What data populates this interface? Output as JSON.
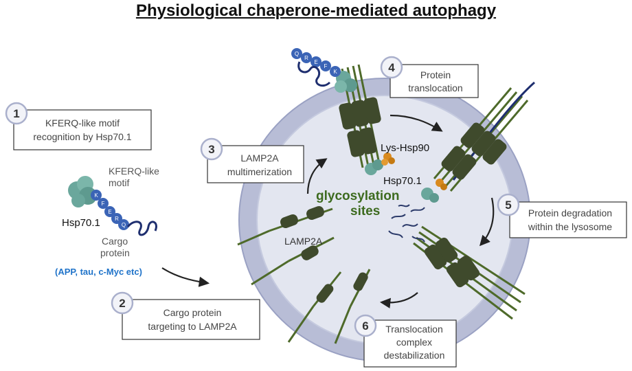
{
  "title": "Physiological chaperone-mediated autophagy",
  "steps": [
    {
      "num": "1",
      "line1": "KFERQ-like motif",
      "line2": "recognition by Hsp70.1"
    },
    {
      "num": "2",
      "line1": "Cargo protein",
      "line2": "targeting to LAMP2A"
    },
    {
      "num": "3",
      "line1": "LAMP2A",
      "line2": "multimerization"
    },
    {
      "num": "4",
      "line1": "Protein",
      "line2": "translocation"
    },
    {
      "num": "5",
      "line1": "Protein degradation",
      "line2": "within the lysosome"
    },
    {
      "num": "6",
      "line1": "Translocation",
      "line2": "complex",
      "line3": "destabilization"
    }
  ],
  "labels": {
    "kferq_line1": "KFERQ-like",
    "kferq_line2": "motif",
    "hsp70_left": "Hsp70.1",
    "cargo_line1": "Cargo",
    "cargo_line2": "protein",
    "cargo_examples": "(APP, tau, c-Myc etc)",
    "lys_hsp90": "Lys-Hsp90",
    "hsp70_inside": "Hsp70.1",
    "glyco_line1": "glycosylation",
    "glyco_line2": "sites",
    "lamp2a": "LAMP2A"
  },
  "motif_letters": [
    "K",
    "F",
    "E",
    "R",
    "Q"
  ],
  "motif_letters_top": [
    "Q",
    "R",
    "E",
    "F",
    "K"
  ],
  "colors": {
    "lysosome_membrane": "#b8bdd6",
    "lysosome_lumen": "#e3e6f0",
    "receptor_dark": "#3f4a2c",
    "receptor_line": "#4e6a2a",
    "chaperone_teal": "#6aa79c",
    "motif_blue": "#3b64b6",
    "hsp90_orange": "#d98a1f",
    "glyco_green": "#3d6b1f",
    "examples_blue": "#1f73c9"
  }
}
